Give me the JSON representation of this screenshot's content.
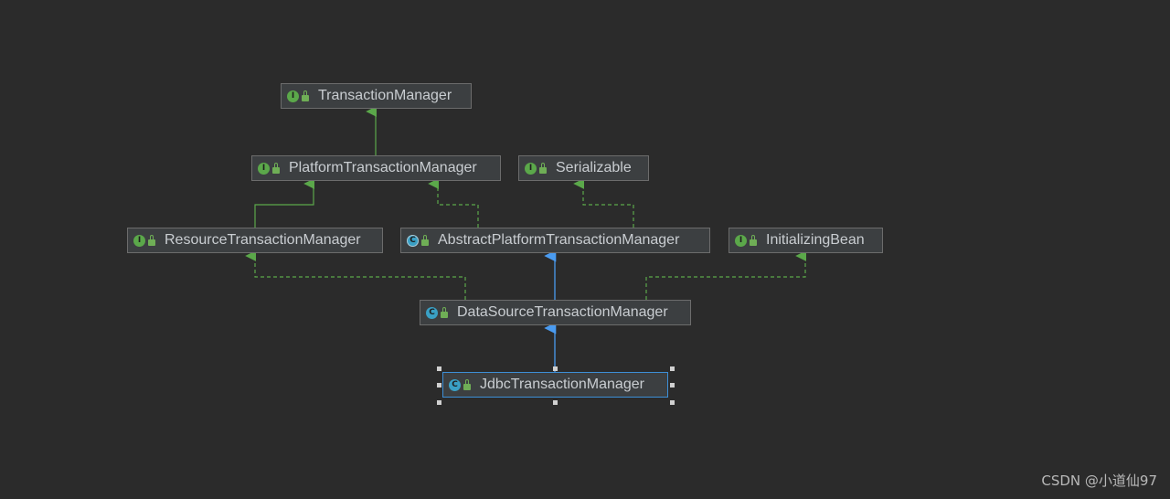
{
  "nodes": {
    "transaction_manager": {
      "label": "TransactionManager",
      "kind": "I"
    },
    "platform_transaction_manager": {
      "label": "PlatformTransactionManager",
      "kind": "I"
    },
    "serializable": {
      "label": "Serializable",
      "kind": "I"
    },
    "resource_transaction_manager": {
      "label": "ResourceTransactionManager",
      "kind": "I"
    },
    "abstract_platform_transaction_manager": {
      "label": "AbstractPlatformTransactionManager",
      "kind": "C"
    },
    "initializing_bean": {
      "label": "InitializingBean",
      "kind": "I"
    },
    "datasource_transaction_manager": {
      "label": "DataSourceTransactionManager",
      "kind": "C"
    },
    "jdbc_transaction_manager": {
      "label": "JdbcTransactionManager",
      "kind": "C"
    }
  },
  "colors": {
    "background": "#2b2b2b",
    "interface_edge": "#5ba84a",
    "extends_edge": "#4a9bf0",
    "selection": "#3d8fd6"
  },
  "watermark": "CSDN @小道仙97"
}
